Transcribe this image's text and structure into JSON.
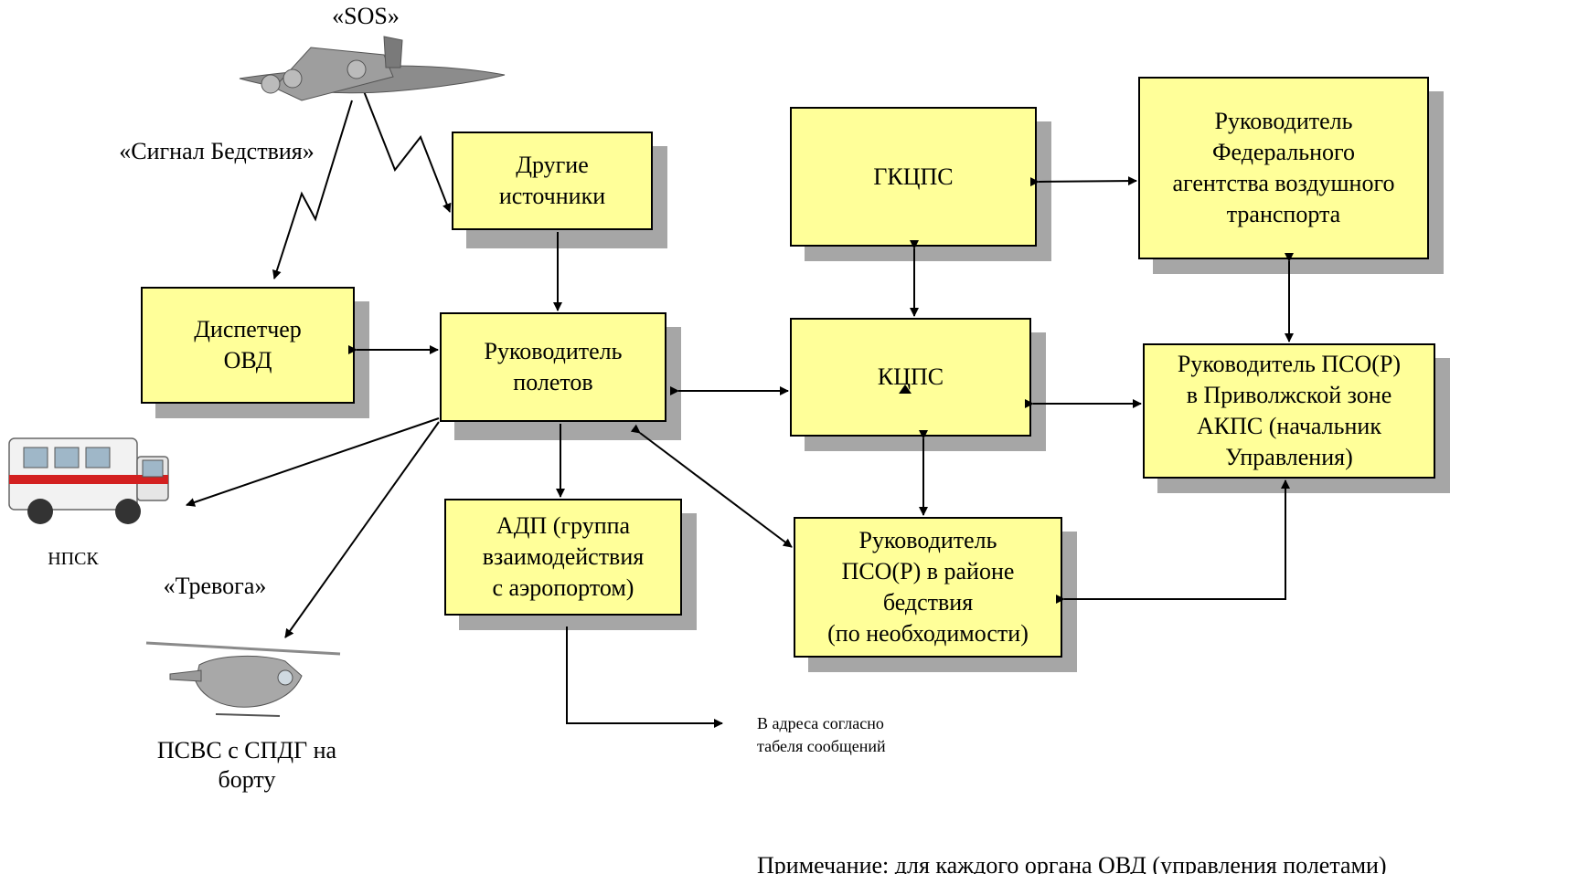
{
  "labels": {
    "sos": "«SOS»",
    "distress": "«Сигнал Бедствия»",
    "alarm": "«Тревога»",
    "npsk": "НПСК",
    "psvs": "ПСВС с СПДГ на\nборту",
    "addresses": "В адреса согласно\nтабеля сообщений",
    "note": "Примечание: для каждого органа ОВД (управления полетами)"
  },
  "boxes": {
    "other_sources": "Другие\nисточники",
    "dispatcher": "Диспетчер\nОВД",
    "flight_director": "Руководитель\nполетов",
    "adp": "АДП (группа\nвзаимодействия\nс аэропортом)",
    "gkcps": "ГКЦПС",
    "kcps": "КЦПС",
    "head_federal": "Руководитель\nФедерального\nагентства воздушного\nтранспорта",
    "head_pso_volga": "Руководитель ПСО(Р)\nв Приволжской зоне\nАКПС (начальник\nУправления)",
    "head_pso_area": "Руководитель\nПСО(Р) в районе\nбедствия\n(по необходимости)"
  },
  "colors": {
    "box_fill": "#ffff99",
    "shadow": "#a6a6a6",
    "line": "#000000"
  }
}
